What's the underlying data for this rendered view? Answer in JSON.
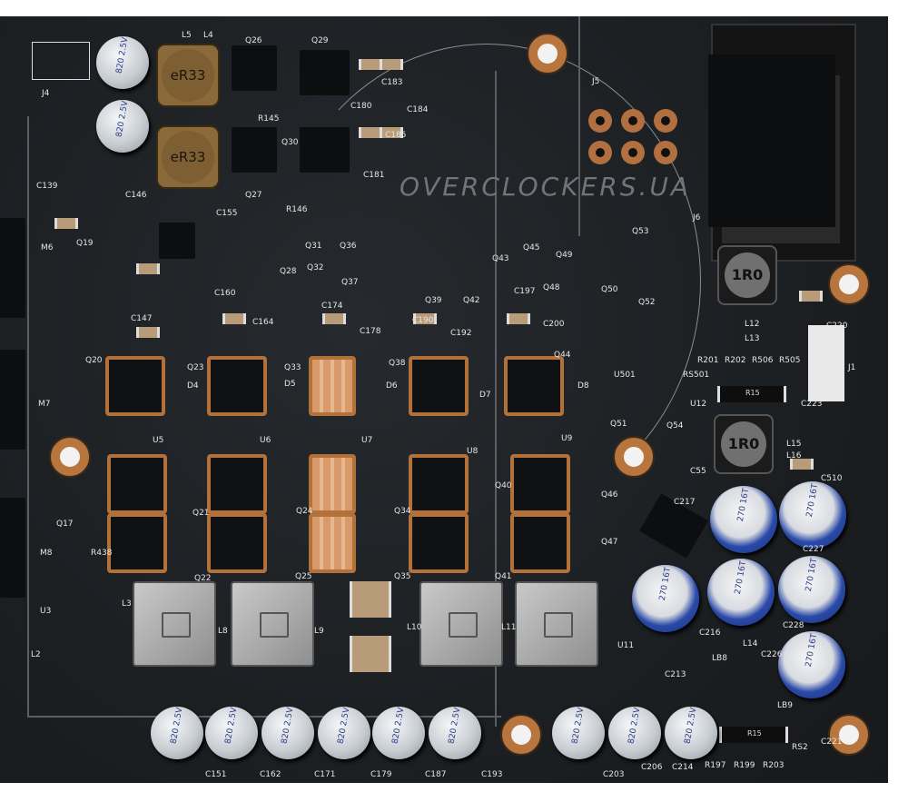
{
  "watermark": "OVERCLOCKERS.UA",
  "inductor_markings": {
    "small": "eR33",
    "round": "1R0",
    "sense": "R15"
  },
  "capacitor_markings": {
    "polymer": "820 2.5V",
    "electrolytic": "270 16T"
  },
  "labels": [
    "J4",
    "L5",
    "L4",
    "Q26",
    "Q29",
    "C183",
    "C184",
    "R145",
    "C180",
    "C185",
    "Q30",
    "C181",
    "Q27",
    "R146",
    "C139",
    "C146",
    "C155",
    "J5",
    "J6",
    "Q19",
    "M6",
    "C160",
    "C164",
    "Q28",
    "Q31",
    "Q32",
    "Q36",
    "Q37",
    "C174",
    "C178",
    "Q39",
    "Q42",
    "Q43",
    "Q45",
    "Q49",
    "Q48",
    "Q50",
    "Q53",
    "Q52",
    "C197",
    "C190",
    "C192",
    "C200",
    "C147",
    "Q20",
    "Q23",
    "Q33",
    "Q38",
    "Q44",
    "D4",
    "D5",
    "D6",
    "D7",
    "D8",
    "U5",
    "U6",
    "U7",
    "U8",
    "U9",
    "M7",
    "Q21",
    "Q24",
    "Q34",
    "Q40",
    "Q46",
    "Q47",
    "Q22",
    "Q25",
    "Q35",
    "Q41",
    "Q17",
    "M8",
    "R438",
    "U3",
    "L3",
    "L8",
    "L9",
    "L10",
    "L11",
    "L2",
    "L12",
    "L13",
    "C220",
    "R201",
    "R202",
    "R506",
    "R505",
    "RS501",
    "U501",
    "U12",
    "Q51",
    "Q54",
    "C223",
    "L15",
    "L16",
    "C55",
    "C510",
    "C217",
    "C227",
    "C216",
    "C228",
    "C226",
    "L14",
    "LB8",
    "LB9",
    "C213",
    "U11",
    "C151",
    "C162",
    "C171",
    "C179",
    "C187",
    "C193",
    "C203",
    "C206",
    "C214",
    "R197",
    "R199",
    "R203",
    "RS2",
    "C221",
    "J1"
  ]
}
